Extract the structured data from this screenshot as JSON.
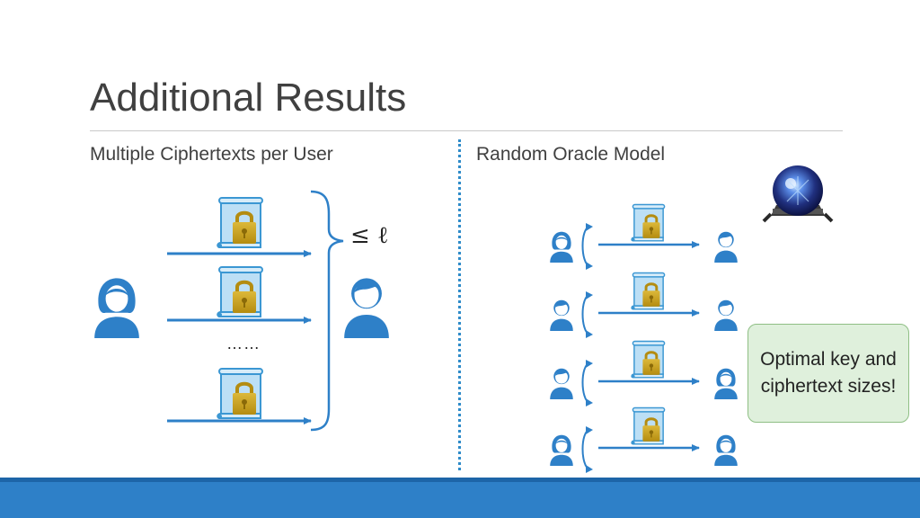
{
  "slide": {
    "title": "Additional Results",
    "left_heading": "Multiple Ciphertexts per User",
    "right_heading": "Random Oracle Model",
    "bound_label": "≤ ℓ",
    "ellipsis": "……",
    "callout_text": "Optimal key and ciphertext sizes!"
  },
  "colors": {
    "user_icon": "#2e80c8",
    "arrow": "#2e80c8",
    "scroll_fill": "#bcdff5",
    "scroll_stroke": "#3b97d3",
    "lock": "#c9a21d",
    "divider": "#2e8bc9",
    "callout_fill": "#dff0dc",
    "callout_border": "#8fbf85",
    "bottom_bar": "#2e80c8"
  },
  "icons": {
    "sender": "female-user-icon",
    "receiver": "male-user-icon",
    "ciphertext": "locked-scroll-icon",
    "oracle": "crystal-ball-icon"
  },
  "left_panel": {
    "ciphertext_count_shown": 3
  },
  "right_panel": {
    "rows": [
      {
        "left_user": "female",
        "right_user": "male"
      },
      {
        "left_user": "male",
        "right_user": "male"
      },
      {
        "left_user": "male",
        "right_user": "female"
      },
      {
        "left_user": "female",
        "right_user": "female"
      }
    ]
  }
}
